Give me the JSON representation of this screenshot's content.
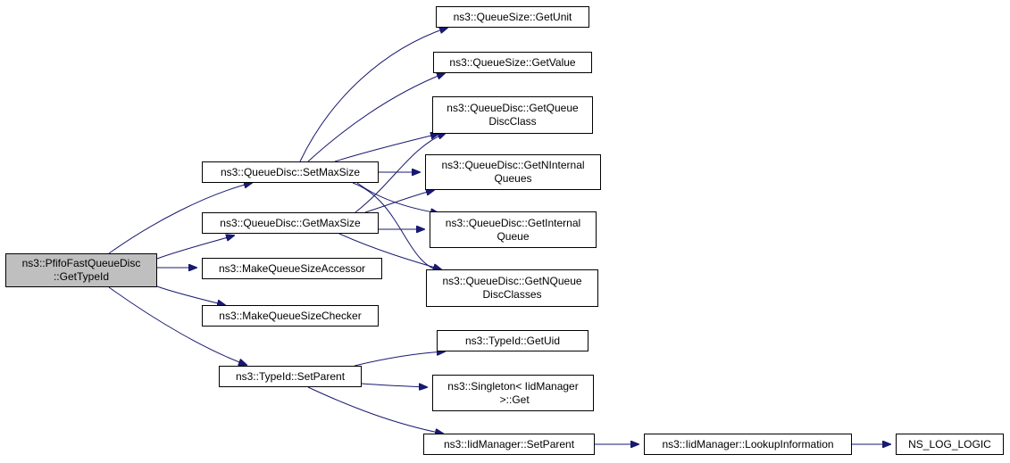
{
  "graph": {
    "edge_color": "#191970",
    "nodes": {
      "root": "ns3::PfifoFastQueueDisc\n::GetTypeId",
      "setmaxsize": "ns3::QueueDisc::SetMaxSize",
      "getmaxsize": "ns3::QueueDisc::GetMaxSize",
      "makeaccessor": "ns3::MakeQueueSizeAccessor",
      "makechecker": "ns3::MakeQueueSizeChecker",
      "typeid_setparent": "ns3::TypeId::SetParent",
      "getunit": "ns3::QueueSize::GetUnit",
      "getvalue": "ns3::QueueSize::GetValue",
      "getqueuediscclass": "ns3::QueueDisc::GetQueue\nDiscClass",
      "getninternalqueues": "ns3::QueueDisc::GetNInternal\nQueues",
      "getinternalqueue": "ns3::QueueDisc::GetInternal\nQueue",
      "getnqueuediscclasses": "ns3::QueueDisc::GetNQueue\nDiscClasses",
      "getuid": "ns3::TypeId::GetUid",
      "singleton_get": "ns3::Singleton< IidManager\n >::Get",
      "iid_setparent": "ns3::IidManager::SetParent",
      "lookupinformation": "ns3::IidManager::LookupInformation",
      "ns_log_logic": "NS_LOG_LOGIC"
    }
  }
}
